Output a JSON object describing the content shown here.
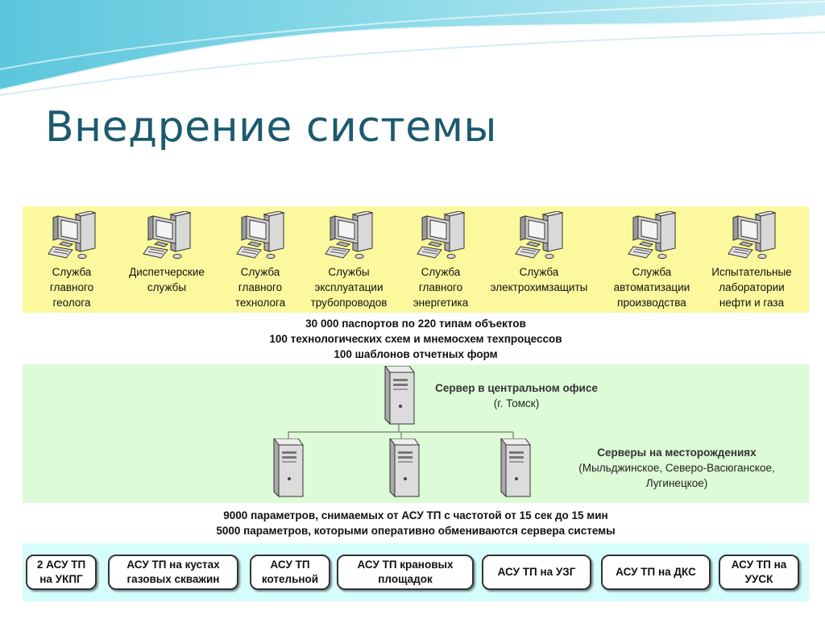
{
  "slide": {
    "title": "Внедрение системы"
  },
  "workstations": [
    {
      "label": "Служба\nглавного\nгеолога"
    },
    {
      "label": "Диспетчерские\nслужбы"
    },
    {
      "label": "Служба\nглавного\nтехнолога"
    },
    {
      "label": "Службы\nэксплуатации\nтрубопроводов"
    },
    {
      "label": "Служба\nглавного\nэнергетика"
    },
    {
      "label": "Служба\nэлектрохимзащиты"
    },
    {
      "label": "Служба\nавтоматизации\nпроизводства"
    },
    {
      "label": "Испытательные\nлаборатории\nнефти и газа"
    }
  ],
  "stats": {
    "text": "30 000 паспортов по 220 типам объектов\n100 технологических схем и мнемосхем техпроцессов\n100 шаблонов отчетных форм"
  },
  "central_server": {
    "title": "Сервер в центральном офисе",
    "location": "(г. Томск)"
  },
  "field_servers": {
    "title": "Серверы на месторождениях",
    "locations": "(Мыльджинское, Северо-Васюганское,\nЛугинецкое)"
  },
  "params": {
    "text": "9000 параметров, снимаемых от АСУ ТП с частотой от 15 сек до 15 мин\n5000 параметров, которыми оперативно обмениваются сервера системы"
  },
  "asu": [
    {
      "label": "2 АСУ ТП\nна УКПГ"
    },
    {
      "label": "АСУ ТП на кустах\nгазовых скважин"
    },
    {
      "label": "АСУ ТП\nкотельной"
    },
    {
      "label": "АСУ ТП крановых\nплощадок"
    },
    {
      "label": "АСУ ТП на УЗГ"
    },
    {
      "label": "АСУ ТП на ДКС"
    },
    {
      "label": "АСУ ТП на\nУУСК"
    }
  ]
}
